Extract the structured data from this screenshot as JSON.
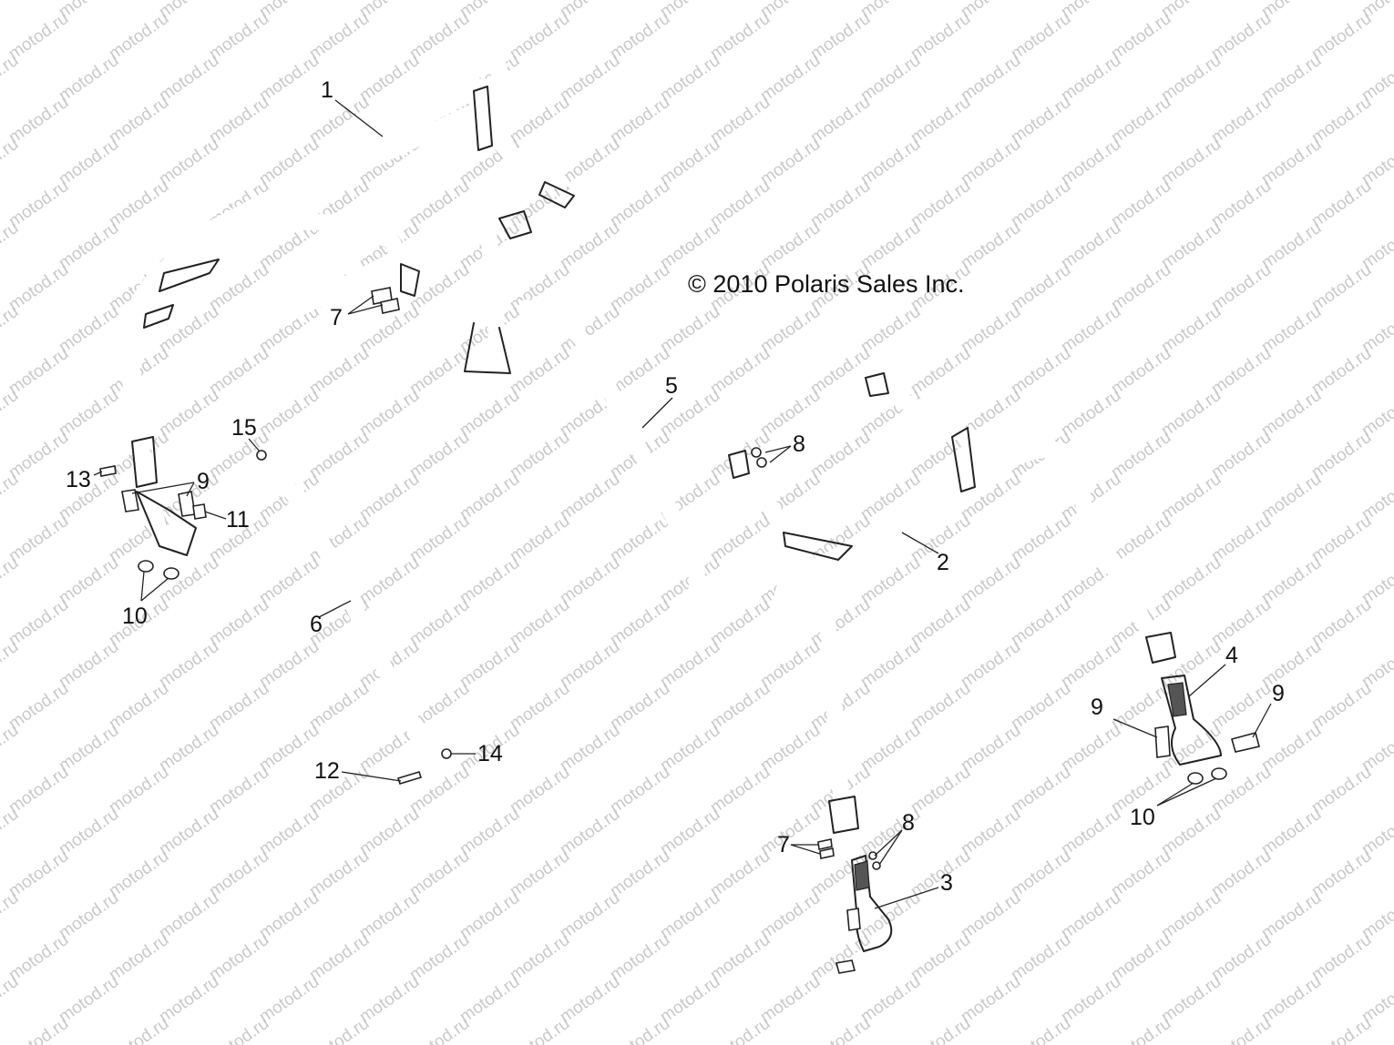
{
  "watermark": {
    "text": "motod.ru",
    "color": "#c9c9c9"
  },
  "copyright": "© 2010 Polaris Sales Inc.",
  "callouts": {
    "c1": "1",
    "c2": "2",
    "c3": "3",
    "c4": "4",
    "c5": "5",
    "c6": "6",
    "c7a": "7",
    "c7b": "7",
    "c8a": "8",
    "c8b": "8",
    "c9a": "9",
    "c9b": "9",
    "c9c": "9",
    "c10a": "10",
    "c10b": "10",
    "c11": "11",
    "c12": "12",
    "c13": "13",
    "c14": "14",
    "c15": "15"
  },
  "colors": {
    "background": "#ffffff",
    "line": "#222222"
  }
}
